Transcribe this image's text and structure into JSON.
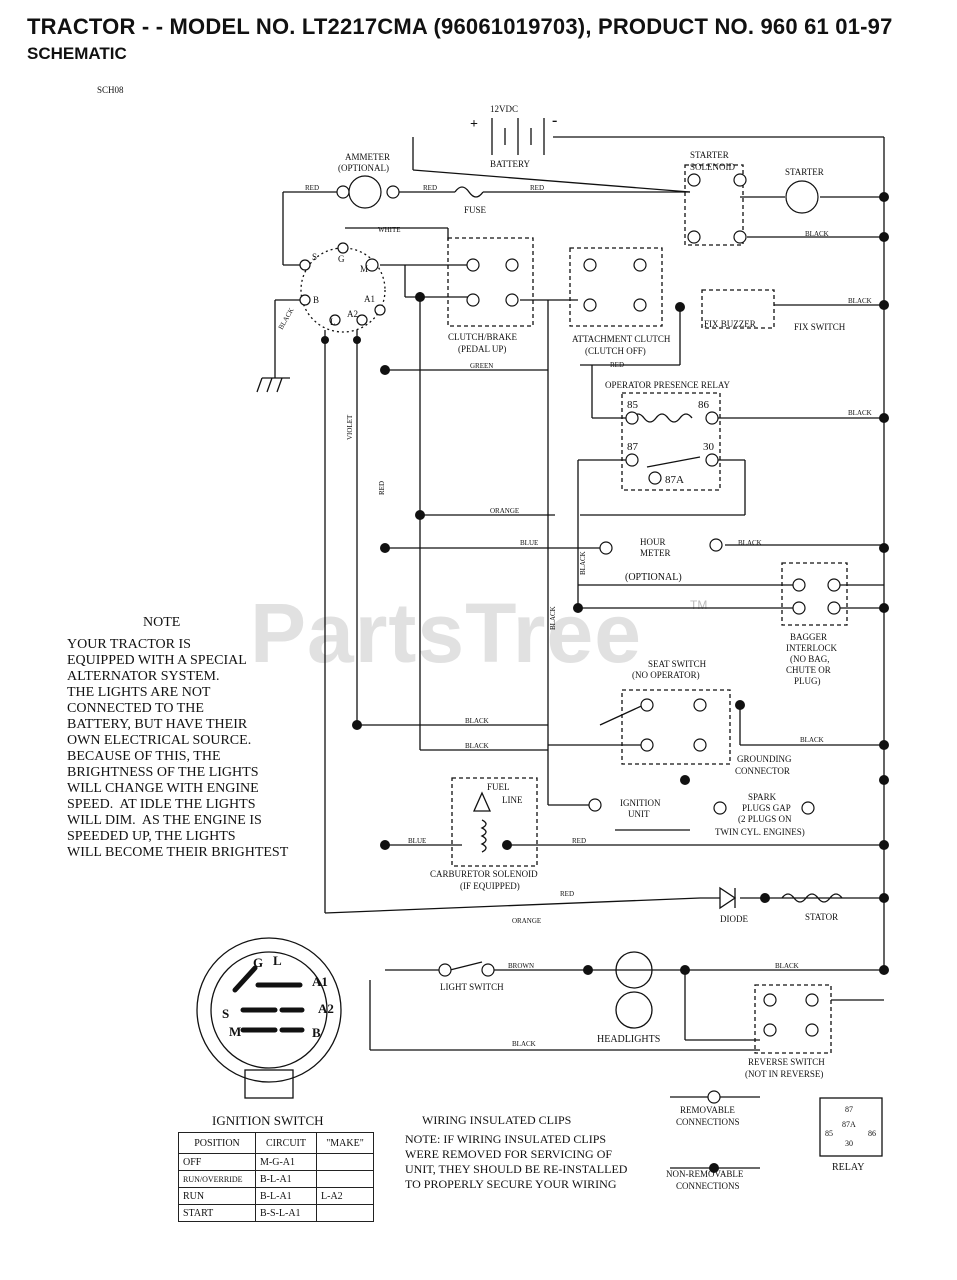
{
  "header": {
    "title": "TRACTOR - - MODEL NO. LT2217CMA (96061019703), PRODUCT NO. 960 61 01-97",
    "subtitle": "SCHEMATIC"
  },
  "diagram_code": "SCH08",
  "watermark": {
    "text": "PartsTree",
    "trademark": "TM"
  },
  "components": {
    "battery": "BATTERY",
    "battery_voltage": "12VDC",
    "plus": "+",
    "minus": "-",
    "ammeter": "AMMETER",
    "ammeter_opt": "(OPTIONAL)",
    "fuse": "FUSE",
    "starter_solenoid_1": "STARTER",
    "starter_solenoid_2": "SOLENOID",
    "starter": "STARTER",
    "clutch_brake_1": "CLUTCH/BRAKE",
    "clutch_brake_2": "(PEDAL UP)",
    "attachment_clutch_1": "ATTACHMENT CLUTCH",
    "attachment_clutch_2": "(CLUTCH OFF)",
    "fix_buzzer": "FIX BUZZER",
    "fix_switch": "FIX SWITCH",
    "operator_relay": "OPERATOR PRESENCE RELAY",
    "relay_85": "85",
    "relay_86": "86",
    "relay_87": "87",
    "relay_30": "30",
    "relay_87a": "87A",
    "hour_meter_1": "HOUR",
    "hour_meter_2": "METER",
    "hour_meter_opt": "(OPTIONAL)",
    "bagger_1": "BAGGER",
    "bagger_2": "INTERLOCK",
    "bagger_3": "(NO BAG,",
    "bagger_4": "CHUTE OR",
    "bagger_5": "PLUG)",
    "seat_switch_1": "SEAT SWITCH",
    "seat_switch_2": "(NO OPERATOR)",
    "grounding_1": "GROUNDING",
    "grounding_2": "CONNECTOR",
    "ignition_unit_1": "IGNITION",
    "ignition_unit_2": "UNIT",
    "spark_1": "SPARK",
    "spark_2": "PLUGS GAP",
    "spark_3": "(2 PLUGS ON",
    "spark_4": "TWIN CYL. ENGINES)",
    "fuel_1": "FUEL",
    "fuel_2": "LINE",
    "carb_1": "CARBURETOR SOLENOID",
    "carb_2": "(IF EQUIPPED)",
    "diode": "DIODE",
    "stator": "STATOR",
    "light_switch": "LIGHT SWITCH",
    "headlights": "HEADLIGHTS",
    "reverse_1": "REVERSE SWITCH",
    "reverse_2": "(NOT IN REVERSE)",
    "removable_1": "REMOVABLE",
    "removable_2": "CONNECTIONS",
    "nonremovable_1": "NON-REMOVABLE",
    "nonremovable_2": "CONNECTIONS",
    "relay": "RELAY",
    "relay_legend_87": "87",
    "relay_legend_87a": "87A",
    "relay_legend_30": "30",
    "relay_legend_85": "85",
    "relay_legend_86": "86"
  },
  "ign_pins": {
    "g": "G",
    "l": "L",
    "a1": "A1",
    "a2": "A2",
    "s": "S",
    "m": "M",
    "b": "B",
    "small_s": "S",
    "small_g": "G",
    "small_m": "M",
    "small_b": "B",
    "small_l": "L",
    "small_a2": "A2",
    "small_a1": "A1"
  },
  "wire_colors": {
    "red": "RED",
    "black": "BLACK",
    "white": "WHITE",
    "green": "GREEN",
    "blue": "BLUE",
    "orange": "ORANGE",
    "brown": "BROWN",
    "violet": "VIOLET"
  },
  "note": {
    "title": "NOTE",
    "body": "YOUR TRACTOR IS\nEQUIPPED WITH A SPECIAL\nALTERNATOR SYSTEM.\nTHE LIGHTS ARE NOT\nCONNECTED TO THE\nBATTERY, BUT HAVE THEIR\nOWN ELECTRICAL SOURCE.\nBECAUSE OF THIS, THE\nBRIGHTNESS OF THE LIGHTS\nWILL CHANGE WITH ENGINE\nSPEED.  AT IDLE THE LIGHTS\nWILL DIM.  AS THE ENGINE IS\nSPEEDED UP, THE LIGHTS\nWILL BECOME THEIR BRIGHTEST"
  },
  "ignition_switch": {
    "title": "IGNITION SWITCH",
    "columns": [
      "POSITION",
      "CIRCUIT",
      "\"MAKE\""
    ],
    "rows": [
      [
        "OFF",
        "M-G-A1",
        ""
      ],
      [
        "RUN/OVERRIDE",
        "B-L-A1",
        ""
      ],
      [
        "RUN",
        "B-L-A1",
        "L-A2"
      ],
      [
        "START",
        "B-S-L-A1",
        ""
      ]
    ]
  },
  "clips": {
    "title": "WIRING INSULATED CLIPS",
    "note": "NOTE: IF WIRING INSULATED CLIPS\nWERE REMOVED FOR SERVICING OF\nUNIT, THEY SHOULD BE RE-INSTALLED\nTO PROPERLY SECURE YOUR WIRING"
  }
}
